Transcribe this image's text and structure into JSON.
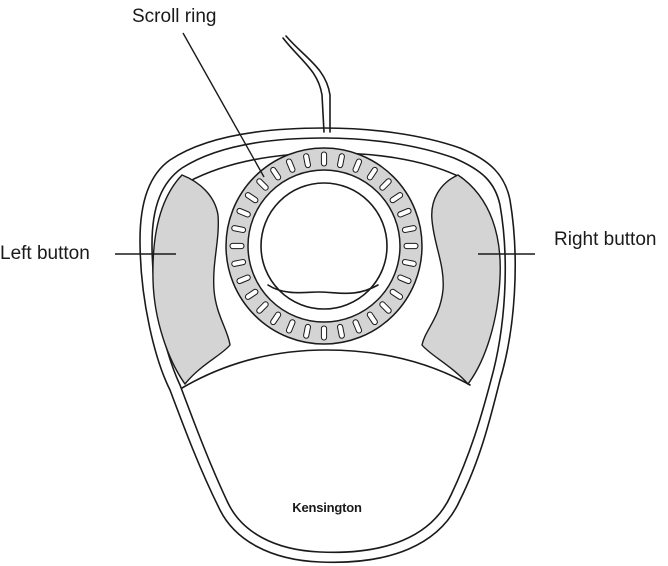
{
  "labels": {
    "scroll_ring": "Scroll ring",
    "left_button": "Left button",
    "right_button": "Right button"
  },
  "brand": {
    "logo_text": "Kensington"
  },
  "colors": {
    "line": "#1a1a1a",
    "button_fill": "#d4d4d4",
    "ring_fill": "#d4d4d4",
    "background": "#ffffff"
  }
}
